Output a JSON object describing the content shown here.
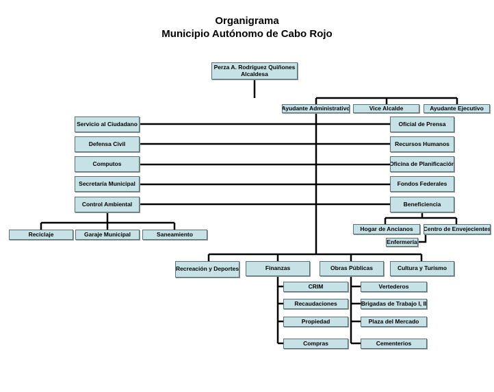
{
  "title": "Organigrama",
  "subtitle": "Municipio Autónomo de Cabo Rojo",
  "root": {
    "name": "Perza A. Rodríguez Quiñones",
    "role": "Alcaldesa"
  },
  "top_row": [
    "Ayudante Administrativo",
    "Vice Alcalde",
    "Ayudante Ejecutivo"
  ],
  "left_column": [
    "Servicio al Ciudadano",
    "Defensa Civil",
    "Computos",
    "Secretaría Municipal",
    "Control Ambiental"
  ],
  "right_column": [
    "Oficial de Prensa",
    "Recursos Humanos",
    "Oficina de Planificación",
    "Fondos Federales",
    "Beneficiencia"
  ],
  "control_ambiental_children": [
    "Reciclaje",
    "Garaje Municipal",
    "Saneamiento"
  ],
  "beneficiencia_children": [
    "Hogar de Ancianos",
    "Centro de Envejecientes"
  ],
  "centro_child": "Enfermería",
  "bottom_row": [
    "Recreación y Deportes",
    "Finanzas",
    "Obras Públicas",
    "Cultura y Turismo"
  ],
  "finanzas_children": [
    "CRIM",
    "Recaudaciones",
    "Propiedad",
    "Compras"
  ],
  "obras_children": [
    "Vertederos",
    "Brigadas de Trabajo I, II",
    "Plaza del Mercado",
    "Cementerios"
  ],
  "colors": {
    "box_fill": "#c6e2e6",
    "box_border": "#5b6e72",
    "line": "#000000"
  }
}
